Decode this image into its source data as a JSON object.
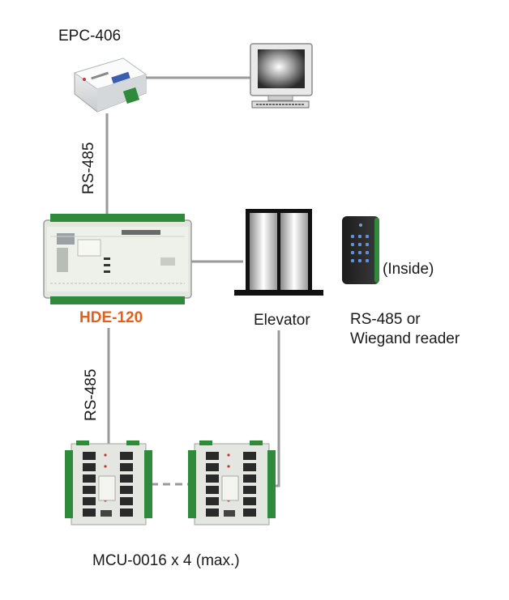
{
  "labels": {
    "epc": "EPC-406",
    "rs485_top": "RS-485",
    "hde": "HDE-120",
    "elevator": "Elevator",
    "inside": "(Inside)",
    "reader_line1": "RS-485 or",
    "reader_line2": "Wiegand reader",
    "rs485_bottom": "RS-485",
    "mcu": "MCU-0016 x 4 (max.)"
  },
  "colors": {
    "line": "#9a9a9a",
    "text": "#1a1a1a",
    "highlight": "#e35f1b",
    "pcb_green": "#2f8a3a",
    "device_body": "#e8ebe4"
  },
  "icons": [
    "converter-device-icon",
    "monitor-icon",
    "controller-board-icon",
    "elevator-door-icon",
    "card-reader-icon",
    "relay-board-icon"
  ]
}
